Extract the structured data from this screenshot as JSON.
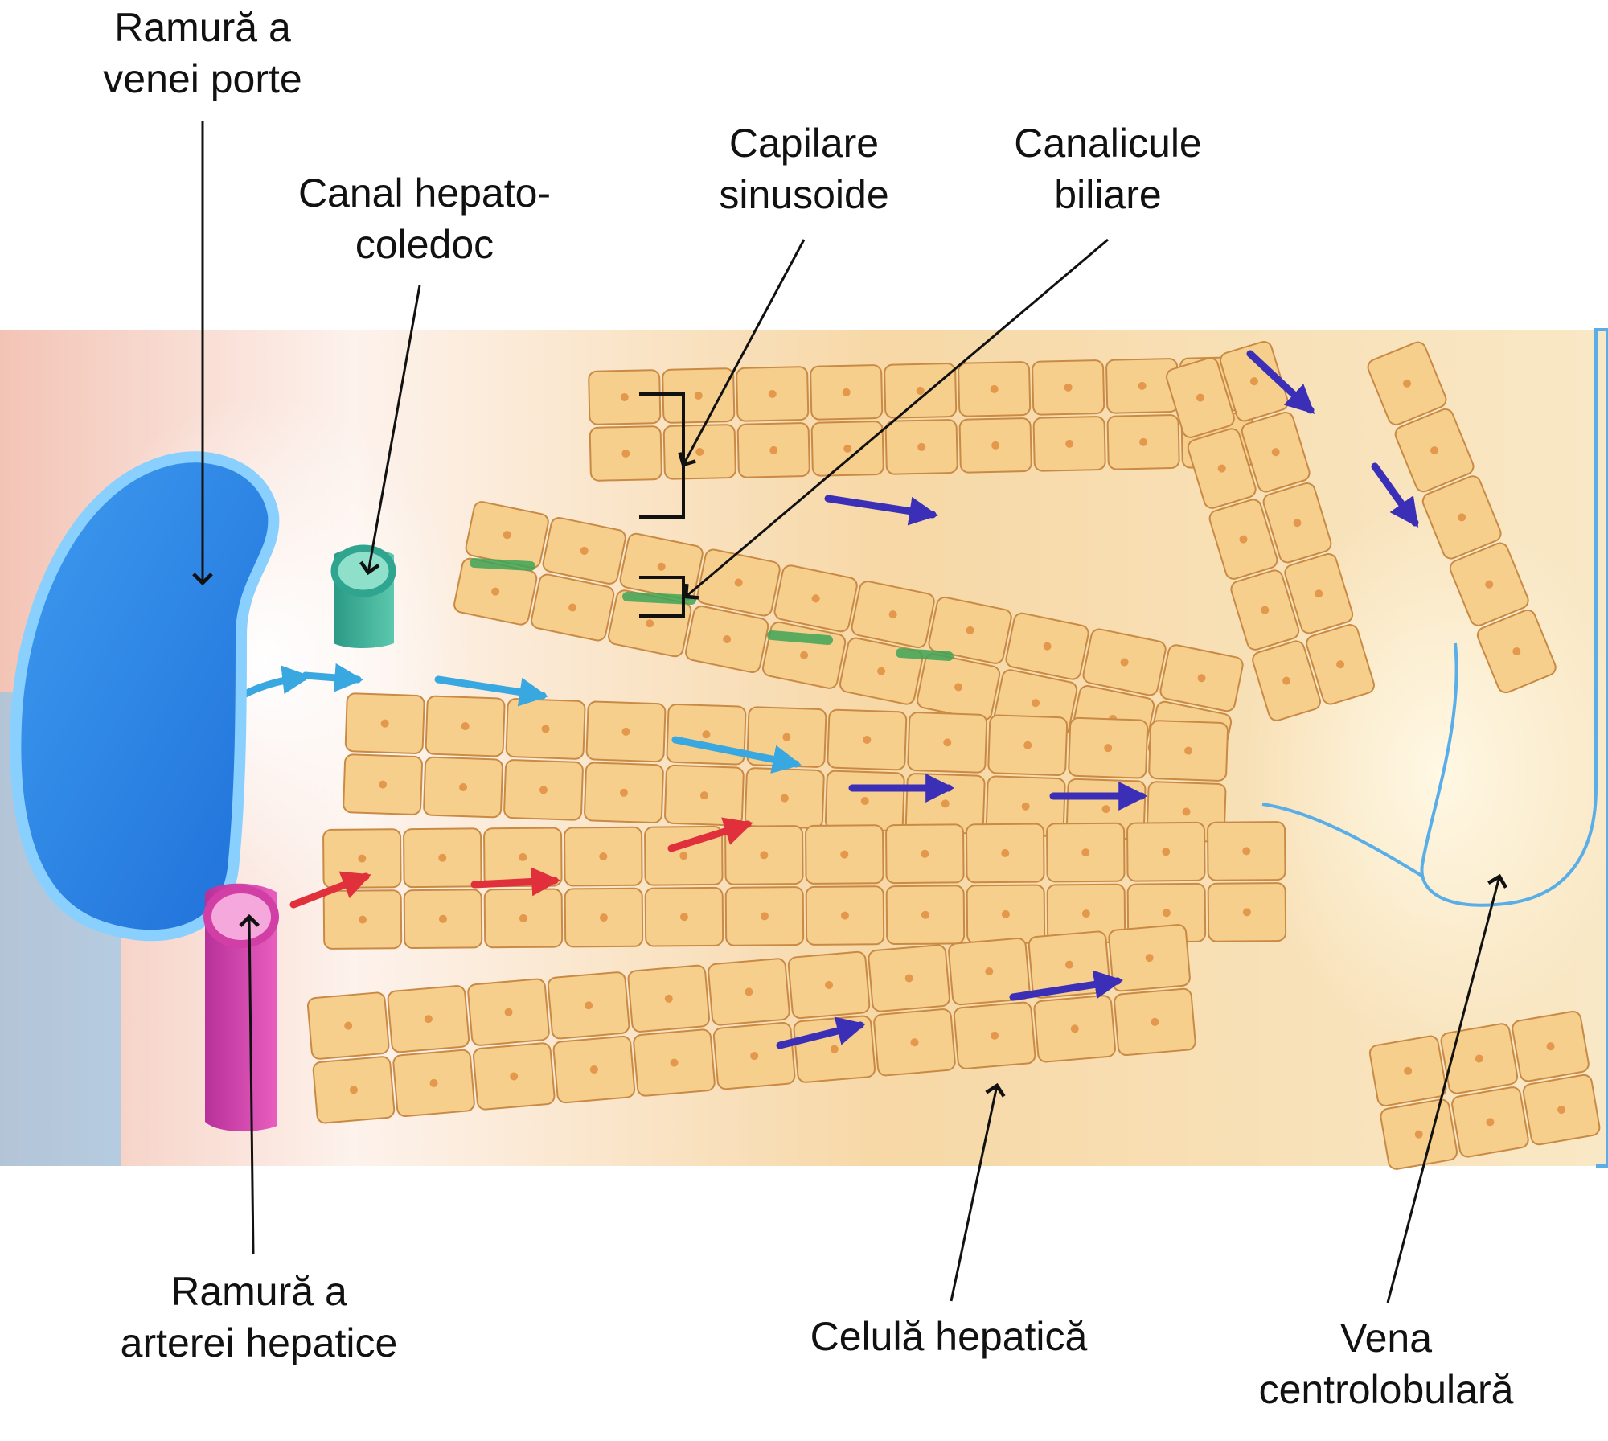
{
  "colors": {
    "portal_vein": "#2f86e6",
    "hepatic_artery": "#d13fa6",
    "bile_duct": "#2fa58f",
    "hepatocyte_fill": "#f6cf8d",
    "hepatocyte_edge": "#c98a45",
    "arrow_dark": "#3b2fb8",
    "arrow_light": "#3aa8e0",
    "arrow_red": "#e0303c",
    "bile_green": "#3fa557",
    "central_vein": "#5aaee8"
  },
  "labels": {
    "portal_vein": [
      "Ramură a",
      "venei porte"
    ],
    "bile_duct": [
      "Canal hepato-",
      "coledoc"
    ],
    "sinusoid": [
      "Capilare",
      "sinusoide"
    ],
    "canaliculi": [
      "Canalicule",
      "biliare"
    ],
    "hepatic_artery": [
      "Ramură a",
      "arterei hepatice"
    ],
    "hepatocyte": [
      "Celulă hepatică"
    ],
    "central_vein": [
      "Vena",
      "centrolobulară"
    ]
  }
}
